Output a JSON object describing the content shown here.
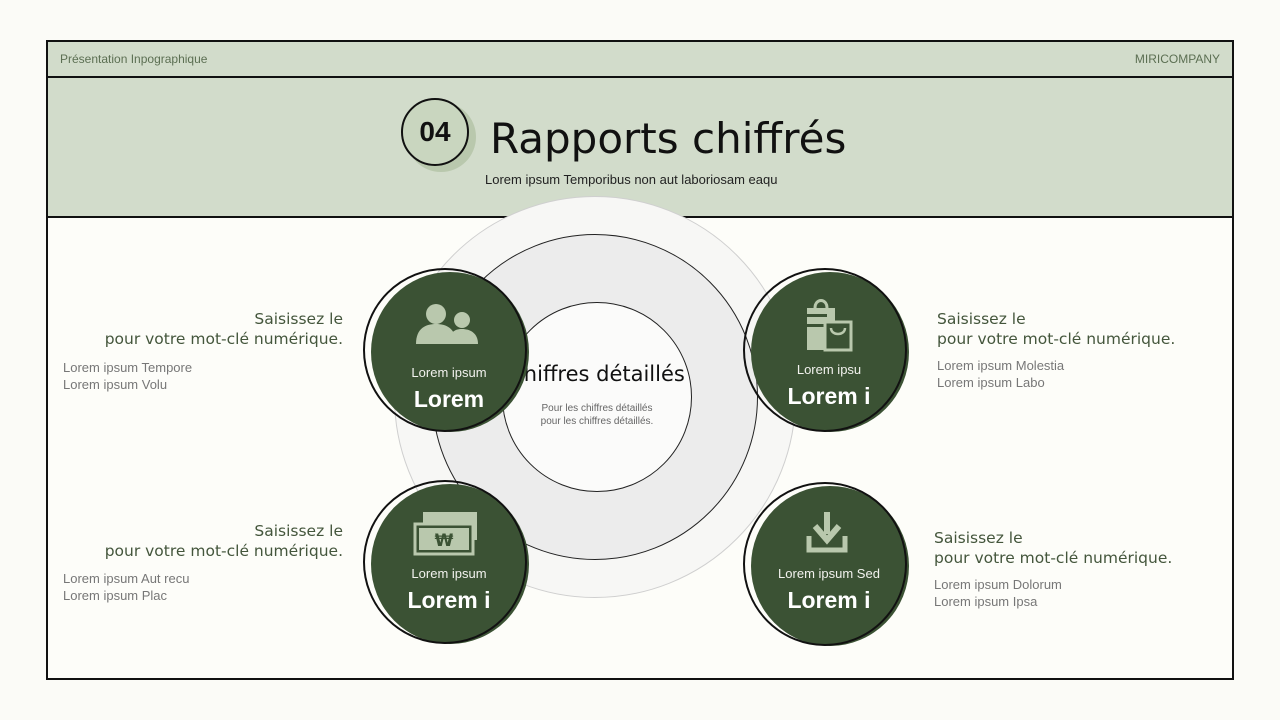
{
  "topbar": {
    "left": "Présentation Inpographique",
    "right": "MIRICOMPANY"
  },
  "header": {
    "number": "04",
    "title": "Rapports chiffrés",
    "subtitle": "Lorem ipsum Temporibus non aut laboriosam eaqu"
  },
  "center": {
    "title": "Chiffres détaillés",
    "sub1": "Pour les chiffres détaillés",
    "sub2": "pour les chiffres détaillés."
  },
  "nodes": [
    {
      "icon": "users-icon",
      "small": "Lorem ipsum",
      "big": "Lorem"
    },
    {
      "icon": "shopping-bags-icon",
      "small": "Lorem ipsu",
      "big": "Lorem i"
    },
    {
      "icon": "banknotes-icon",
      "small": "Lorem ipsum",
      "big": "Lorem i"
    },
    {
      "icon": "download-icon",
      "small": "Lorem ipsum Sed",
      "big": "Lorem i"
    }
  ],
  "descriptions": [
    {
      "h1": "Saisissez le",
      "h2": "pour votre mot-clé numérique.",
      "l1": "Lorem ipsum Tempore",
      "l2": "Lorem ipsum Volu"
    },
    {
      "h1": "Saisissez le",
      "h2": "pour votre mot-clé numérique.",
      "l1": "Lorem ipsum Molestia",
      "l2": "Lorem ipsum Labo"
    },
    {
      "h1": "Saisissez le",
      "h2": "pour votre mot-clé numérique.",
      "l1": "Lorem ipsum Aut recu",
      "l2": "Lorem ipsum Plac"
    },
    {
      "h1": "Saisissez le",
      "h2": "pour votre mot-clé numérique.",
      "l1": "Lorem ipsum Dolorum",
      "l2": "Lorem ipsum Ipsa"
    }
  ],
  "colors": {
    "accent_green": "#3b5234",
    "header_bg": "#d2dccb",
    "text_green": "#44563c"
  }
}
